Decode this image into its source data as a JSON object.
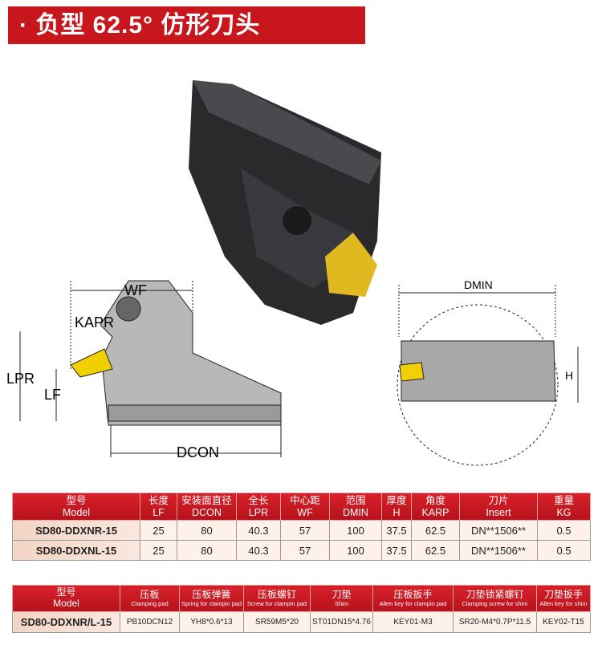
{
  "title": "· 负型 62.5° 仿形刀头",
  "diagram": {
    "wf": "WF",
    "kapr": "KAPR",
    "lpr": "LPR",
    "lf": "LF",
    "dcon": "DCON",
    "dmin": "DMIN",
    "h": "H"
  },
  "colors": {
    "accent": "#c8161d",
    "insert": "#e8c020"
  },
  "table1": {
    "headers": [
      [
        "型号",
        "Model"
      ],
      [
        "长度",
        "LF"
      ],
      [
        "安装面直径",
        "DCON"
      ],
      [
        "全长",
        "LPR"
      ],
      [
        "中心距",
        "WF"
      ],
      [
        "范围",
        "DMIN"
      ],
      [
        "厚度",
        "H"
      ],
      [
        "角度",
        "KARP"
      ],
      [
        "刀片",
        "Insert"
      ],
      [
        "重量",
        "KG"
      ]
    ],
    "rows": [
      [
        "SD80-DDXNR-15",
        "25",
        "80",
        "40.3",
        "57",
        "100",
        "37.5",
        "62.5",
        "DN**1506**",
        "0.5"
      ],
      [
        "SD80-DDXNL-15",
        "25",
        "80",
        "40.3",
        "57",
        "100",
        "37.5",
        "62.5",
        "DN**1506**",
        "0.5"
      ]
    ]
  },
  "table2": {
    "headers": [
      [
        "型号",
        "Model"
      ],
      [
        "压板",
        "Clamping pad"
      ],
      [
        "压板弹簧",
        "Spring for clampin pad"
      ],
      [
        "压板螺钉",
        "Screw for clampin pad"
      ],
      [
        "刀垫",
        "Shim"
      ],
      [
        "压板扳手",
        "Allen key for clampin pad"
      ],
      [
        "刀垫锁紧螺钉",
        "Clamping screw for shim"
      ],
      [
        "刀垫扳手",
        "Allen key for shim"
      ]
    ],
    "rows": [
      [
        "SD80-DDXNR/L-15",
        "PB10DCN12",
        "YH8*0.6*13",
        "SR59M5*20",
        "ST01DN15*4.76",
        "KEY01-M3",
        "SR20-M4*0.7P*11.5",
        "KEY02-T15"
      ]
    ]
  }
}
